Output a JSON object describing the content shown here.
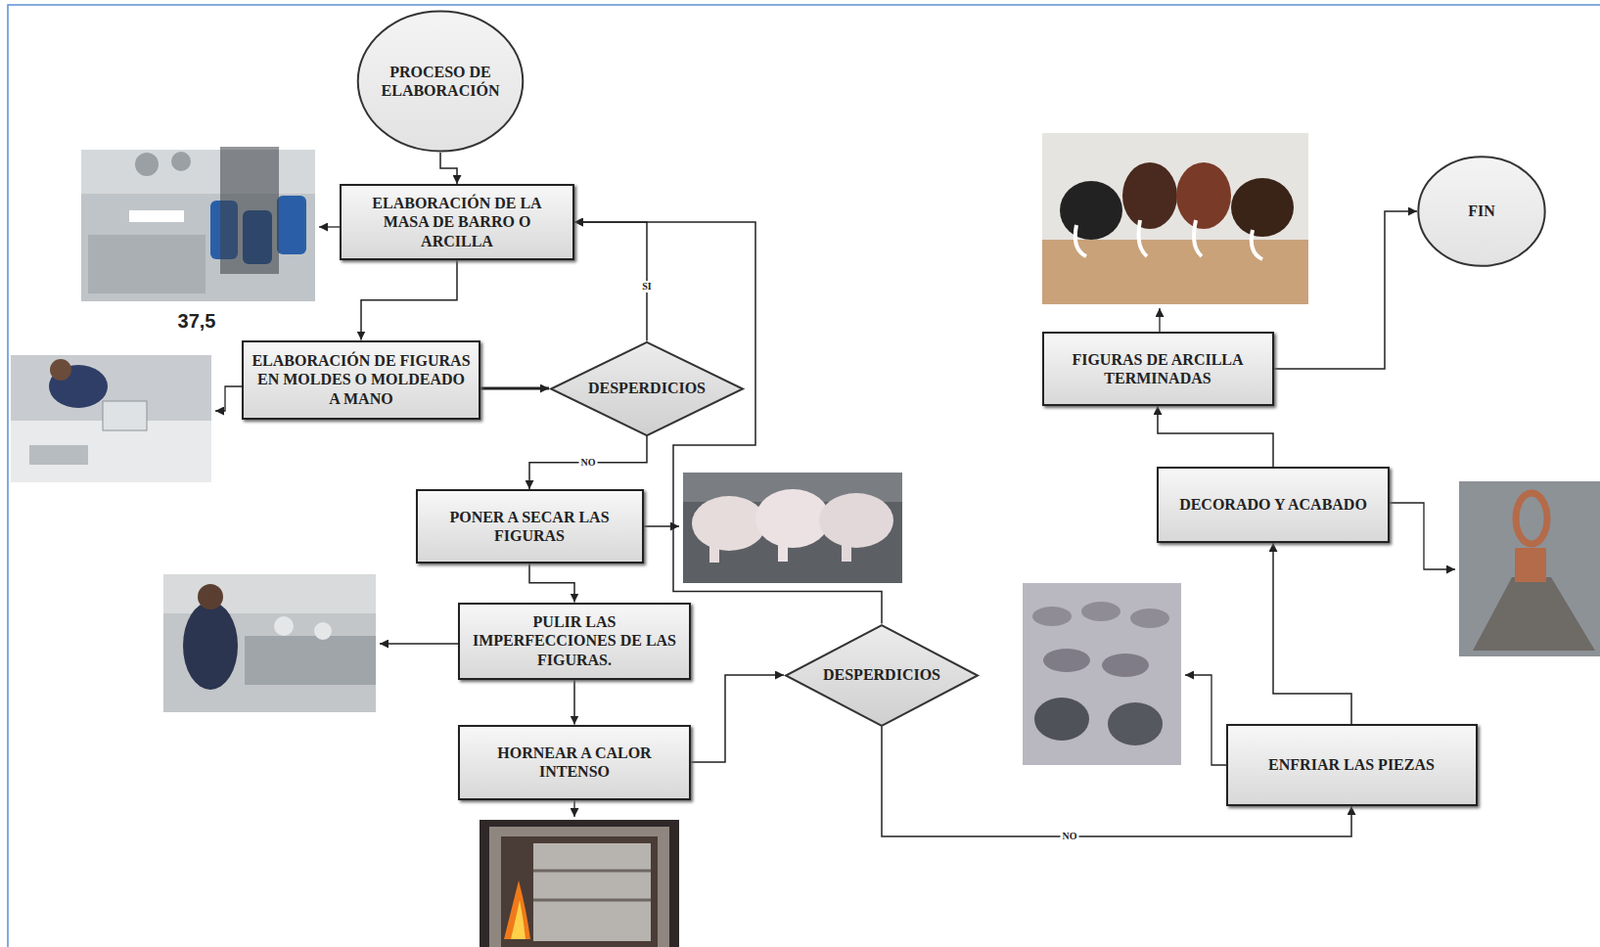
{
  "diagram": {
    "nodes": [
      {
        "text": [
          "PROCESO DE ELABORACIÓN"
        ]
      },
      {
        "text": [
          "ELABORACIÓN DE LA MASA DE BARRO O ARCILLA"
        ]
      },
      {
        "text": [
          "ELABORACIÓN DE FIGURAS EN MOLDES O MOLDEADO A MANO"
        ]
      },
      {
        "text": [
          "DESPERDICIOS"
        ]
      },
      {
        "text": [
          "PONER A SECAR LAS FIGURAS"
        ]
      },
      {
        "text": [
          "PULIR LAS IMPERFECCIONES DE LAS FIGURAS."
        ]
      },
      {
        "text": [
          "HORNEAR A CALOR INTENSO"
        ]
      },
      {
        "text": [
          "DESPERDICIOS"
        ]
      },
      {
        "text": [
          "ENFRIAR LAS PIEZAS"
        ]
      },
      {
        "text": [
          "DECORADO Y ACABADO"
        ]
      },
      {
        "text": [
          "FIGURAS DE ARCILLA TERMINADAS"
        ]
      },
      {
        "text": [
          "FIN"
        ]
      }
    ],
    "edges": [
      {
        "from": 0,
        "to": 1,
        "arrow": "to"
      },
      {
        "from": 1,
        "to": 2,
        "arrow": "to"
      },
      {
        "from": 2,
        "to": 3,
        "arrow": "to"
      },
      {
        "from": 3,
        "to": 1,
        "label": "SI",
        "arrow": "to"
      },
      {
        "from": 3,
        "to": 4,
        "label": "NO",
        "arrow": "to"
      },
      {
        "from": 4,
        "to": 5,
        "arrow": "to"
      },
      {
        "from": 5,
        "to": 6,
        "arrow": "to"
      },
      {
        "from": 6,
        "to": 7,
        "arrow": "to"
      },
      {
        "from": 7,
        "to": 1,
        "arrow": "to"
      },
      {
        "from": 7,
        "to": 8,
        "label": "NO",
        "arrow": "to"
      },
      {
        "from": 8,
        "to": 9,
        "arrow": "to"
      },
      {
        "from": 9,
        "to": 10,
        "arrow": "to"
      },
      {
        "from": 10,
        "to": 11,
        "arrow": "to"
      }
    ],
    "labels": [
      "37,5"
    ]
  }
}
